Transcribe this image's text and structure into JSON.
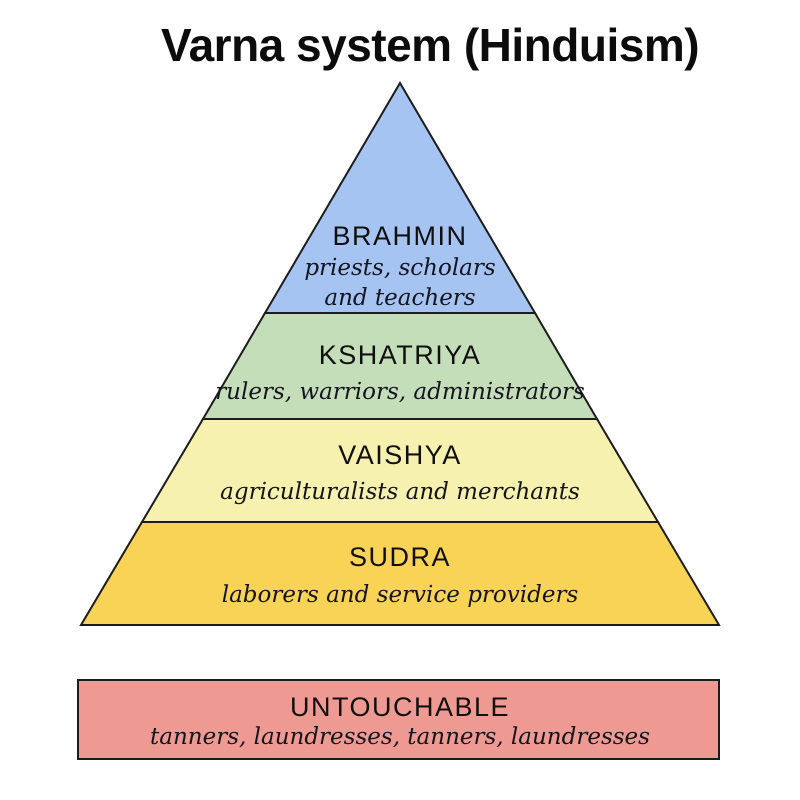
{
  "title": "Varna system (Hinduism)",
  "pyramid": {
    "tiers": [
      {
        "name": "BRAHMIN",
        "description": "priests, scholars\nand teachers",
        "color": "#a6c4f2"
      },
      {
        "name": "KSHATRIYA",
        "description": "rulers, warriors, administrators",
        "color": "#c5deba"
      },
      {
        "name": "VAISHYA",
        "description": "agriculturalists and merchants",
        "color": "#f6f1ae"
      },
      {
        "name": "SUDRA",
        "description": "laborers and service providers",
        "color": "#f8d355"
      }
    ]
  },
  "excluded_tier": {
    "name": "UNTOUCHABLE",
    "description": "tanners, laundresses, tanners, laundresses",
    "color": "#ee9a92"
  },
  "colors": {
    "outline": "#1c1c1c",
    "background": "#ffffff",
    "text": "#101010"
  }
}
